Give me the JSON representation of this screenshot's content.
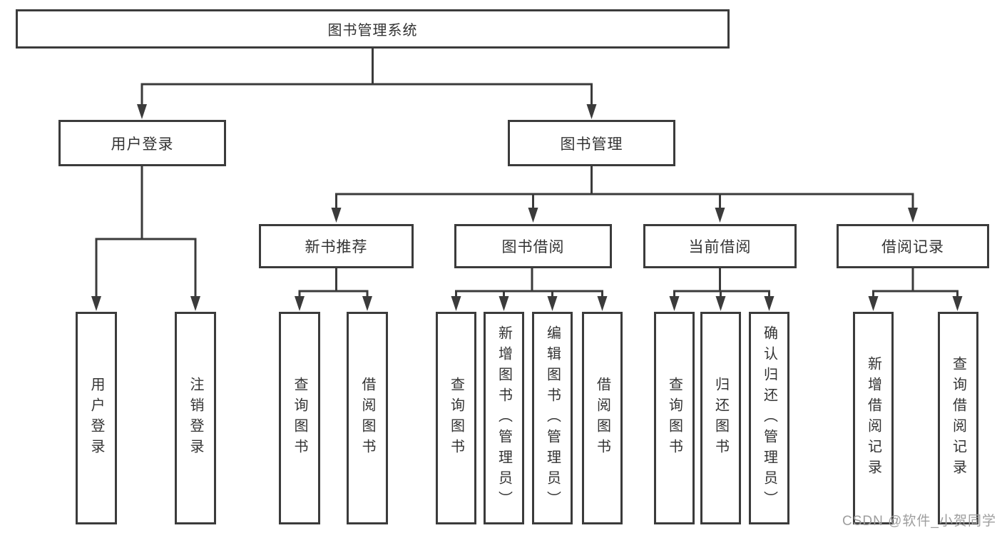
{
  "diagram": {
    "title": "图书管理系统",
    "root": "图书管理系统",
    "level1": [
      "用户登录",
      "图书管理"
    ],
    "level2": [
      "新书推荐",
      "图书借阅",
      "当前借阅",
      "借阅记录"
    ],
    "user_login_children": [
      "用户登录",
      "注销登录"
    ],
    "new_book_children": [
      "查询图书",
      "借阅图书"
    ],
    "book_borrow_children": [
      "查询图书",
      "新增图书（管理员）",
      "编辑图书（管理员）",
      "借阅图书"
    ],
    "current_borrow_children": [
      "查询图书",
      "归还图书",
      "确认归还（管理员）"
    ],
    "record_children": [
      "新增借阅记录",
      "查询借阅记录"
    ]
  },
  "watermark": "CSDN @软件_小贺同学",
  "colors": {
    "line": "#3b3b3b",
    "text": "#333333",
    "watermark": "#9e9e9e",
    "background": "#ffffff"
  }
}
